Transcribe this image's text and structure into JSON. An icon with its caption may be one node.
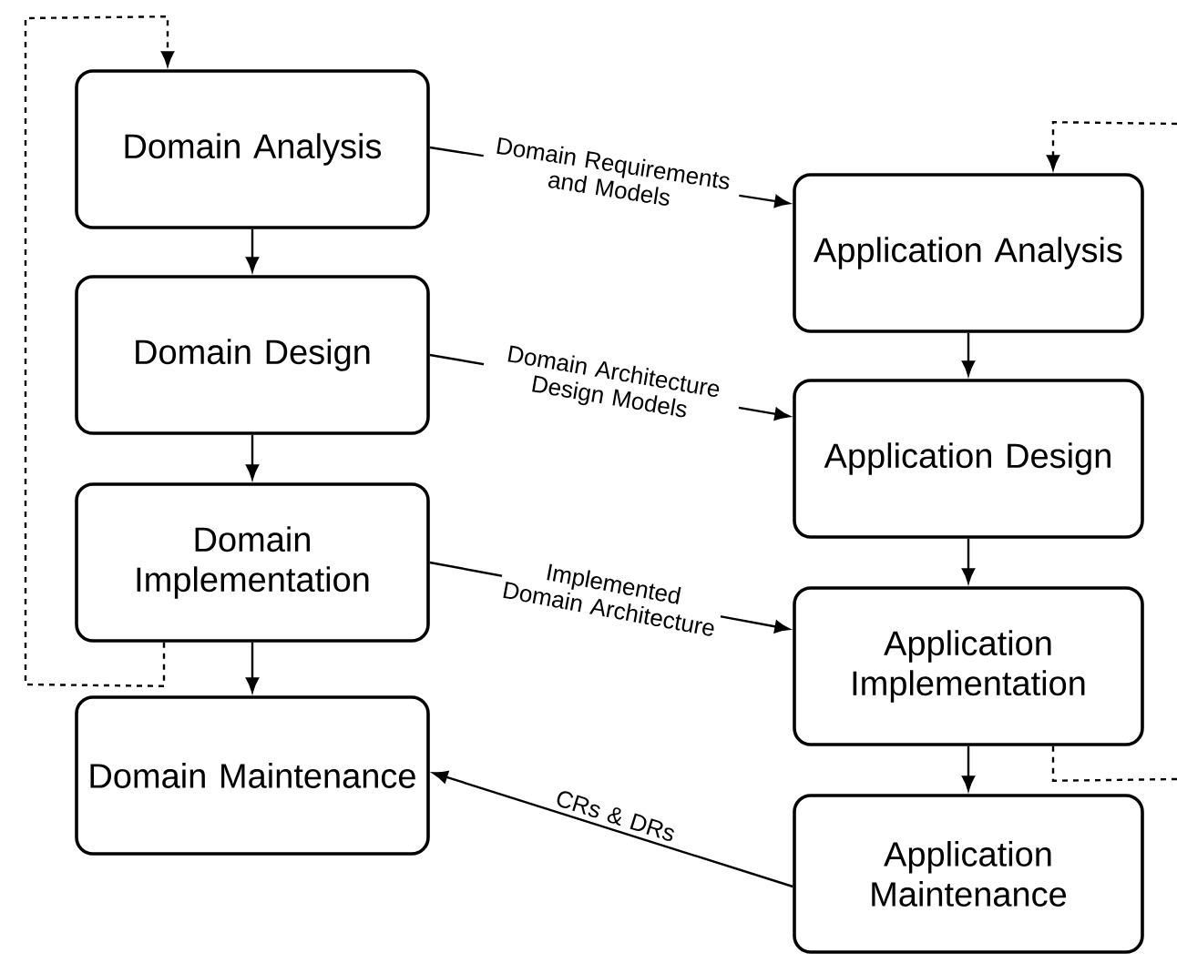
{
  "diagram": {
    "nodes": [
      {
        "text": [
          "Domain Analysis"
        ]
      },
      {
        "text": [
          "Domain Design"
        ]
      },
      {
        "text": [
          "Domain Implementation"
        ]
      },
      {
        "text": [
          "Domain Maintenance"
        ]
      },
      {
        "text": [
          "Application Analysis"
        ]
      },
      {
        "text": [
          "Application Design"
        ]
      },
      {
        "text": [
          "Application Implementation"
        ]
      },
      {
        "text": [
          "Application Maintenance"
        ]
      }
    ],
    "edges": [
      {
        "from": 0,
        "to": 1,
        "arrow": "to"
      },
      {
        "from": 1,
        "to": 2,
        "arrow": "to"
      },
      {
        "from": 2,
        "to": 3,
        "arrow": "to"
      },
      {
        "from": 4,
        "to": 5,
        "arrow": "to"
      },
      {
        "from": 5,
        "to": 6,
        "arrow": "to"
      },
      {
        "from": 6,
        "to": 7,
        "arrow": "to"
      },
      {
        "from": 0,
        "to": 4,
        "arrow": "to",
        "label": "Domain Requirements and Models"
      },
      {
        "from": 1,
        "to": 5,
        "arrow": "to",
        "label": "Domain Architecture Design Models"
      },
      {
        "from": 2,
        "to": 6,
        "arrow": "to",
        "label": "Implemented Domain Architecture"
      },
      {
        "from": 7,
        "to": 3,
        "arrow": "to",
        "label": "CRs & DRs"
      },
      {
        "from": 2,
        "to": 0,
        "arrow": "to",
        "style": "dashed"
      },
      {
        "from": 6,
        "to": null,
        "arrow": "none",
        "style": "dashed"
      },
      {
        "from": null,
        "to": 4,
        "arrow": "to",
        "style": "dashed"
      }
    ]
  }
}
